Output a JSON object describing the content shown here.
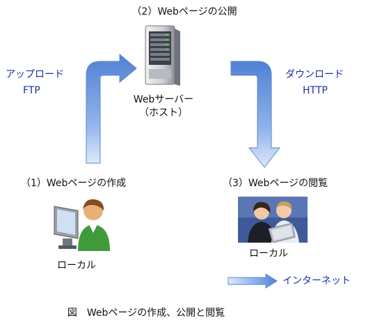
{
  "title_publish": "（2）Webページの公開",
  "upload": {
    "line1": "アップロード",
    "line2": "FTP"
  },
  "download": {
    "line1": "ダウンロード",
    "line2": "HTTP"
  },
  "server": {
    "line1": "Webサーバー",
    "line2": "（ホスト）"
  },
  "create_label": "（1）Webページの作成",
  "view_label": "（3）Webページの閲覧",
  "local_left": "ローカル",
  "local_right": "ローカル",
  "legend_internet": "インターネット",
  "caption": "図　Webページの作成、公開と閲覧",
  "colors": {
    "label_blue": "#1a2ca6",
    "arrow_blue": "#4f81d4"
  },
  "icons": [
    "server-icon",
    "person-at-computer-icon",
    "people-at-laptop-icon"
  ]
}
